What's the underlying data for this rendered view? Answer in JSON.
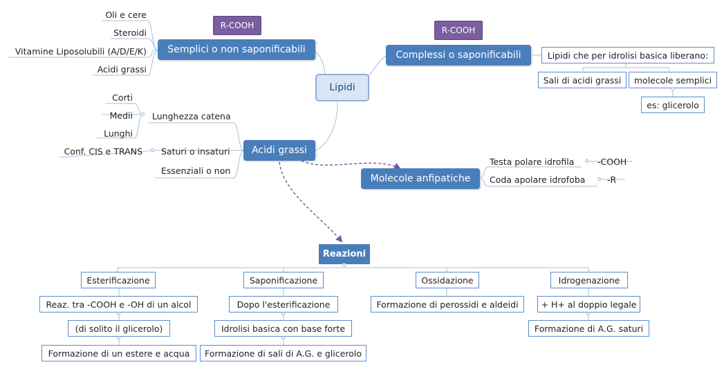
{
  "center": "Lipidi",
  "semplici": {
    "label": "Semplici o non saponificabili",
    "tag": "R-COOH",
    "items": [
      "Oli e cere",
      "Steroidi",
      "Vitamine Liposolubili (A/D/E/K)",
      "Acidi grassi"
    ]
  },
  "complessi": {
    "label": "Complessi o saponificabili",
    "tag": "R-COOH",
    "definition": "Lipidi che per idrolisi basica liberano:",
    "products": [
      "Sali di acidi grassi",
      "molecole semplici"
    ],
    "example": "es: glicerolo"
  },
  "acidi": {
    "label": "Acidi grassi",
    "lunghezza": {
      "label": "Lunghezza catena",
      "items": [
        "Corti",
        "Medii",
        "Lunghi"
      ]
    },
    "saturi": {
      "label": "Saturi o insaturi",
      "item": "Conf. CIS e TRANS"
    },
    "essenziali": "Essenziali o non"
  },
  "anfipatiche": {
    "label": "Molecole anfipatiche",
    "rows": [
      {
        "label": "Testa polare idrofila",
        "value": "-COOH"
      },
      {
        "label": "Coda apolare idrofoba",
        "value": "-R"
      }
    ]
  },
  "reazioni": {
    "label": "Reazioni",
    "columns": [
      {
        "title": "Esterificazione",
        "items": [
          "Reaz. tra -COOH e -OH di un alcol",
          "(di solito il glicerolo)",
          "Formazione di un estere e acqua"
        ]
      },
      {
        "title": "Saponificazione",
        "items": [
          "Dopo l'esterificazione",
          "Idrolisi basica con base forte",
          "Formazione di sali di A.G. e glicerolo"
        ]
      },
      {
        "title": "Ossidazione",
        "items": [
          "Formazione di perossidi e aldeidi"
        ]
      },
      {
        "title": "Idrogenazione",
        "items": [
          "+ H+ al doppio legale",
          "Formazione di A.G. saturi"
        ]
      }
    ]
  }
}
